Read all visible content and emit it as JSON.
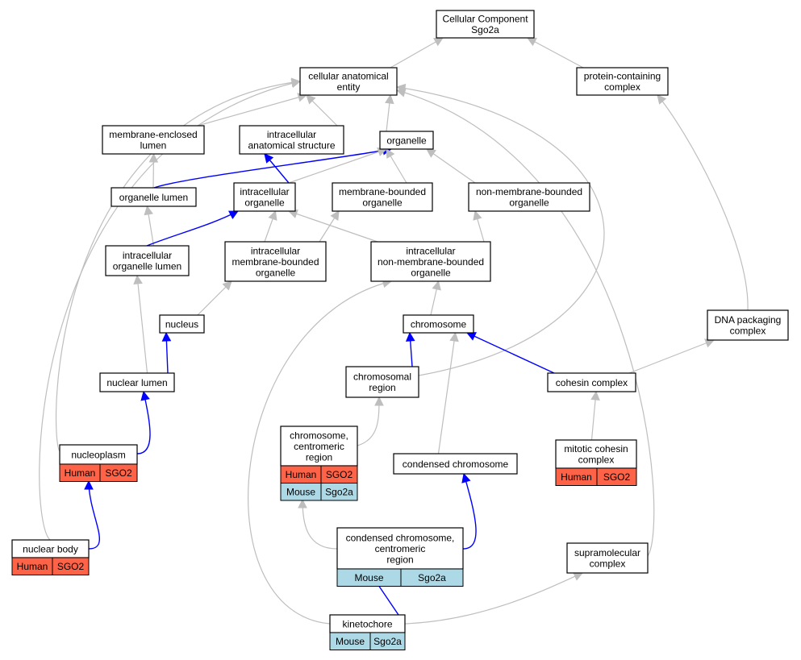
{
  "nodes": {
    "root": {
      "lines": [
        "Cellular Component",
        "Sgo2a"
      ]
    },
    "cae": {
      "lines": [
        "cellular anatomical",
        "entity"
      ]
    },
    "pcc": {
      "lines": [
        "protein-containing",
        "complex"
      ]
    },
    "mel": {
      "lines": [
        "membrane-enclosed",
        "lumen"
      ]
    },
    "ias": {
      "lines": [
        "intracellular",
        "anatomical structure"
      ]
    },
    "org": {
      "lines": [
        "organelle"
      ]
    },
    "orglumen": {
      "lines": [
        "organelle lumen"
      ]
    },
    "io": {
      "lines": [
        "intracellular",
        "organelle"
      ]
    },
    "mbo": {
      "lines": [
        "membrane-bounded",
        "organelle"
      ]
    },
    "nmbo": {
      "lines": [
        "non-membrane-bounded",
        "organelle"
      ]
    },
    "iol": {
      "lines": [
        "intracellular",
        "organelle lumen"
      ]
    },
    "imbo": {
      "lines": [
        "intracellular",
        "membrane-bounded",
        "organelle"
      ]
    },
    "inmbo": {
      "lines": [
        "intracellular",
        "non-membrane-bounded",
        "organelle"
      ]
    },
    "nucleus": {
      "lines": [
        "nucleus"
      ]
    },
    "chromosome": {
      "lines": [
        "chromosome"
      ]
    },
    "dnapack": {
      "lines": [
        "DNA packaging",
        "complex"
      ]
    },
    "nuclumen": {
      "lines": [
        "nuclear lumen"
      ]
    },
    "chromreg": {
      "lines": [
        "chromosomal",
        "region"
      ]
    },
    "cohesin": {
      "lines": [
        "cohesin complex"
      ]
    },
    "nucleoplasm": {
      "lines": [
        "nucleoplasm"
      ],
      "species": [
        [
          "Human",
          "SGO2"
        ]
      ]
    },
    "chromcent": {
      "lines": [
        "chromosome,",
        "centromeric",
        "region"
      ],
      "species": [
        [
          "Human",
          "SGO2"
        ],
        [
          "Mouse",
          "Sgo2a"
        ]
      ]
    },
    "condchrom": {
      "lines": [
        "condensed chromosome"
      ]
    },
    "mitcoh": {
      "lines": [
        "mitotic cohesin",
        "complex"
      ],
      "species": [
        [
          "Human",
          "SGO2"
        ]
      ]
    },
    "nucbody": {
      "lines": [
        "nuclear body"
      ],
      "species": [
        [
          "Human",
          "SGO2"
        ]
      ]
    },
    "ccr": {
      "lines": [
        "condensed chromosome,",
        "centromeric",
        "region"
      ],
      "species": [
        [
          "Mouse",
          "Sgo2a"
        ]
      ]
    },
    "supra": {
      "lines": [
        "supramolecular",
        "complex"
      ]
    },
    "kineto": {
      "lines": [
        "kinetochore"
      ],
      "species": [
        [
          "Mouse",
          "Sgo2a"
        ]
      ]
    }
  },
  "edges": [
    {
      "from": "cae",
      "to": "root",
      "color": "gray"
    },
    {
      "from": "pcc",
      "to": "root",
      "color": "gray"
    },
    {
      "from": "mel",
      "to": "cae",
      "color": "gray"
    },
    {
      "from": "ias",
      "to": "cae",
      "color": "gray"
    },
    {
      "from": "org",
      "to": "cae",
      "color": "gray"
    },
    {
      "from": "orglumen",
      "to": "mel",
      "color": "gray"
    },
    {
      "from": "orglumen",
      "to": "org",
      "color": "blue"
    },
    {
      "from": "io",
      "to": "ias",
      "color": "blue"
    },
    {
      "from": "io",
      "to": "org",
      "color": "gray"
    },
    {
      "from": "mbo",
      "to": "org",
      "color": "gray"
    },
    {
      "from": "nmbo",
      "to": "org",
      "color": "gray"
    },
    {
      "from": "iol",
      "to": "orglumen",
      "color": "gray"
    },
    {
      "from": "iol",
      "to": "io",
      "color": "blue"
    },
    {
      "from": "imbo",
      "to": "io",
      "color": "gray"
    },
    {
      "from": "imbo",
      "to": "mbo",
      "color": "gray"
    },
    {
      "from": "inmbo",
      "to": "io",
      "color": "gray"
    },
    {
      "from": "inmbo",
      "to": "nmbo",
      "color": "gray"
    },
    {
      "from": "nucleus",
      "to": "imbo",
      "color": "gray"
    },
    {
      "from": "chromosome",
      "to": "inmbo",
      "color": "gray"
    },
    {
      "from": "nuclumen",
      "to": "iol",
      "color": "gray"
    },
    {
      "from": "nuclumen",
      "to": "nucleus",
      "color": "blue"
    },
    {
      "from": "chromreg",
      "to": "chromosome",
      "color": "blue"
    },
    {
      "from": "chromreg",
      "to": "cae",
      "color": "gray"
    },
    {
      "from": "cohesin",
      "to": "chromosome",
      "color": "blue"
    },
    {
      "from": "cohesin",
      "to": "dnapack",
      "color": "gray"
    },
    {
      "from": "dnapack",
      "to": "pcc",
      "color": "gray"
    },
    {
      "from": "nucleoplasm",
      "to": "nuclumen",
      "color": "blue"
    },
    {
      "from": "nucleoplasm",
      "to": "cae",
      "color": "gray"
    },
    {
      "from": "chromcent",
      "to": "chromreg",
      "color": "gray"
    },
    {
      "from": "condchrom",
      "to": "chromosome",
      "color": "gray"
    },
    {
      "from": "mitcoh",
      "to": "cohesin",
      "color": "gray"
    },
    {
      "from": "nucbody",
      "to": "nucleoplasm",
      "color": "blue"
    },
    {
      "from": "nucbody",
      "to": "cae",
      "color": "gray"
    },
    {
      "from": "ccr",
      "to": "chromcent",
      "color": "gray"
    },
    {
      "from": "ccr",
      "to": "condchrom",
      "color": "blue"
    },
    {
      "from": "supra",
      "to": "cae",
      "color": "gray"
    },
    {
      "from": "kineto",
      "to": "ccr",
      "color": "blue"
    },
    {
      "from": "kineto",
      "to": "supra",
      "color": "gray"
    },
    {
      "from": "kineto",
      "to": "inmbo",
      "color": "gray"
    }
  ],
  "colors": {
    "human": "#ff6347",
    "mouse": "#add8e6",
    "is_a": "#bebebe",
    "part_of": "#0000ff"
  }
}
